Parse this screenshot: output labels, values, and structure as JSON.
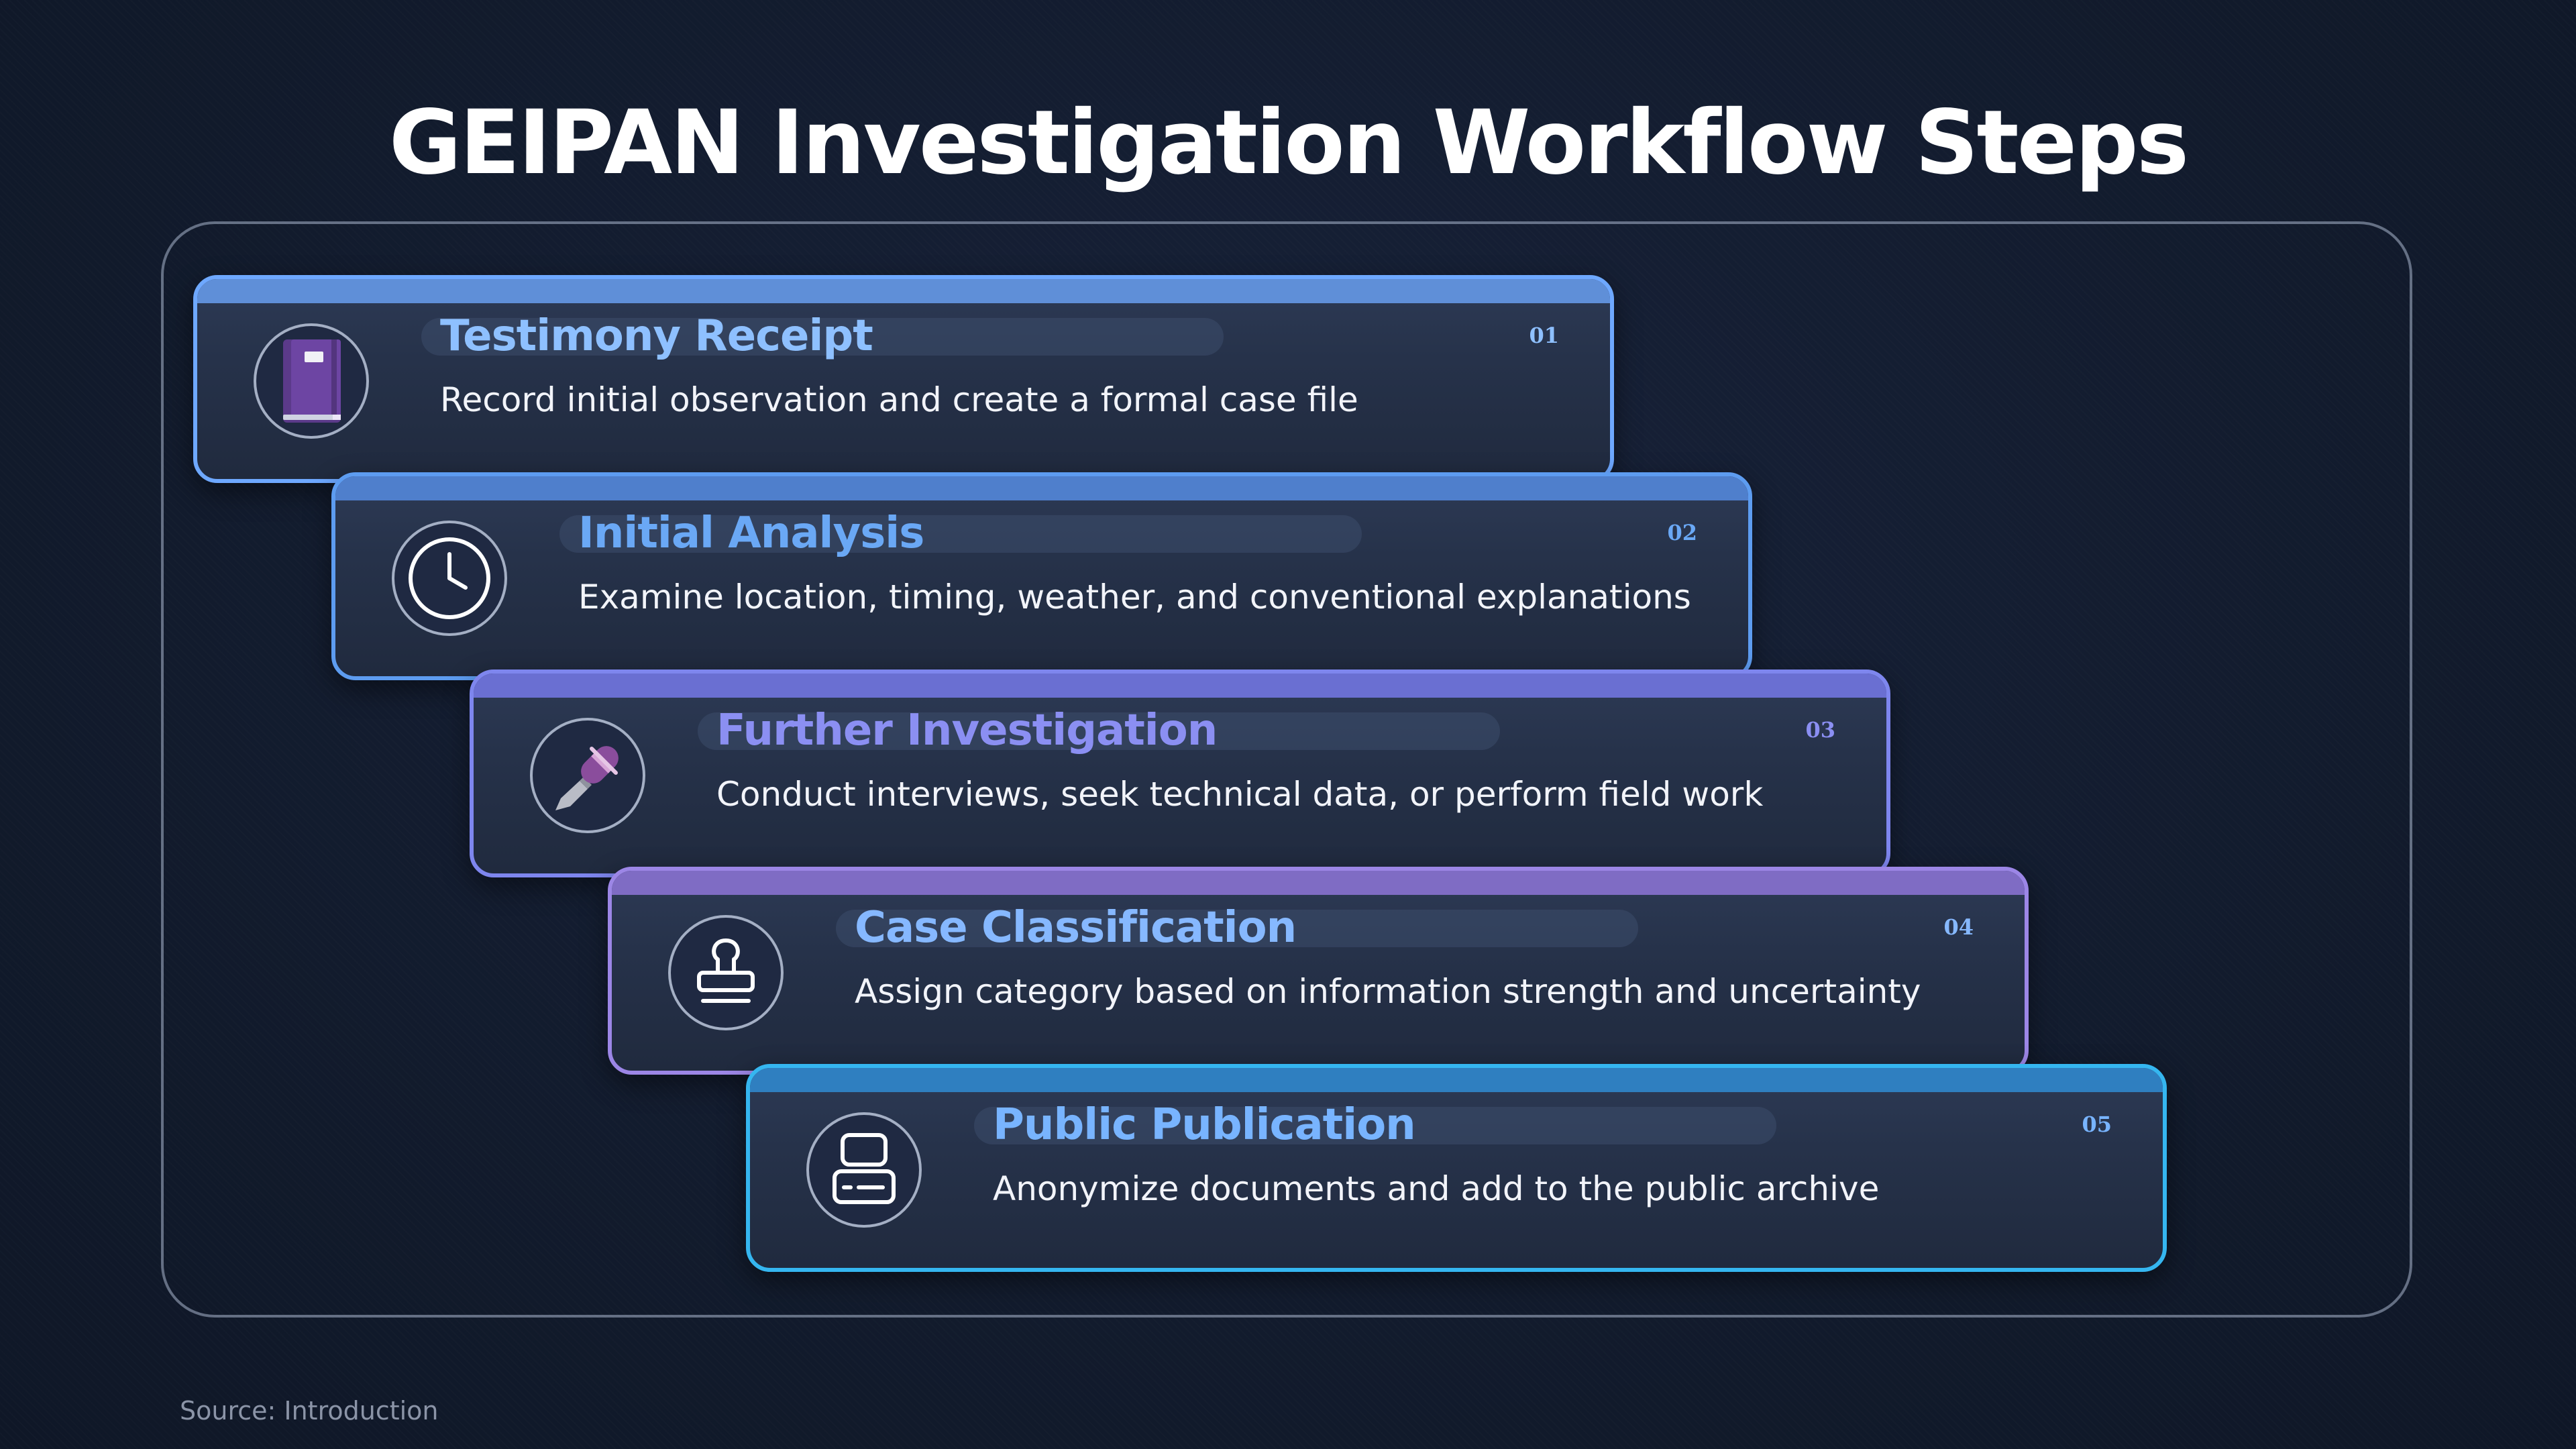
{
  "title": "GEIPAN Investigation Workflow Steps",
  "source": "Source: Introduction",
  "steps": [
    {
      "number": "01",
      "title": "Testimony Receipt",
      "description": "Record initial observation and create a formal case file",
      "icon": "book-icon",
      "accent_color": "#6ea8ff",
      "title_color": "#8ec0ff",
      "bar_color": "#5f8fd8"
    },
    {
      "number": "02",
      "title": "Initial Analysis",
      "description": "Examine location, timing, weather, and conventional explanations",
      "icon": "clock-icon",
      "accent_color": "#5d9cf0",
      "title_color": "#6aa8f5",
      "bar_color": "#4f7fcc"
    },
    {
      "number": "03",
      "title": "Further Investigation",
      "description": "Conduct interviews, seek technical data, or perform field work",
      "icon": "microphone-icon",
      "accent_color": "#7e86ee",
      "title_color": "#8b8ff2",
      "bar_color": "#6a6fd2"
    },
    {
      "number": "04",
      "title": "Case Classification",
      "description": "Assign category based on information strength and uncertainty",
      "icon": "stamp-icon",
      "accent_color": "#9c86e6",
      "title_color": "#86b8ff",
      "bar_color": "#7f6cc4"
    },
    {
      "number": "05",
      "title": "Public Publication",
      "description": "Anonymize documents and add to the public archive",
      "icon": "archive-icon",
      "accent_color": "#35b6f0",
      "title_color": "#78b4ff",
      "bar_color": "#2f7fc0"
    }
  ]
}
